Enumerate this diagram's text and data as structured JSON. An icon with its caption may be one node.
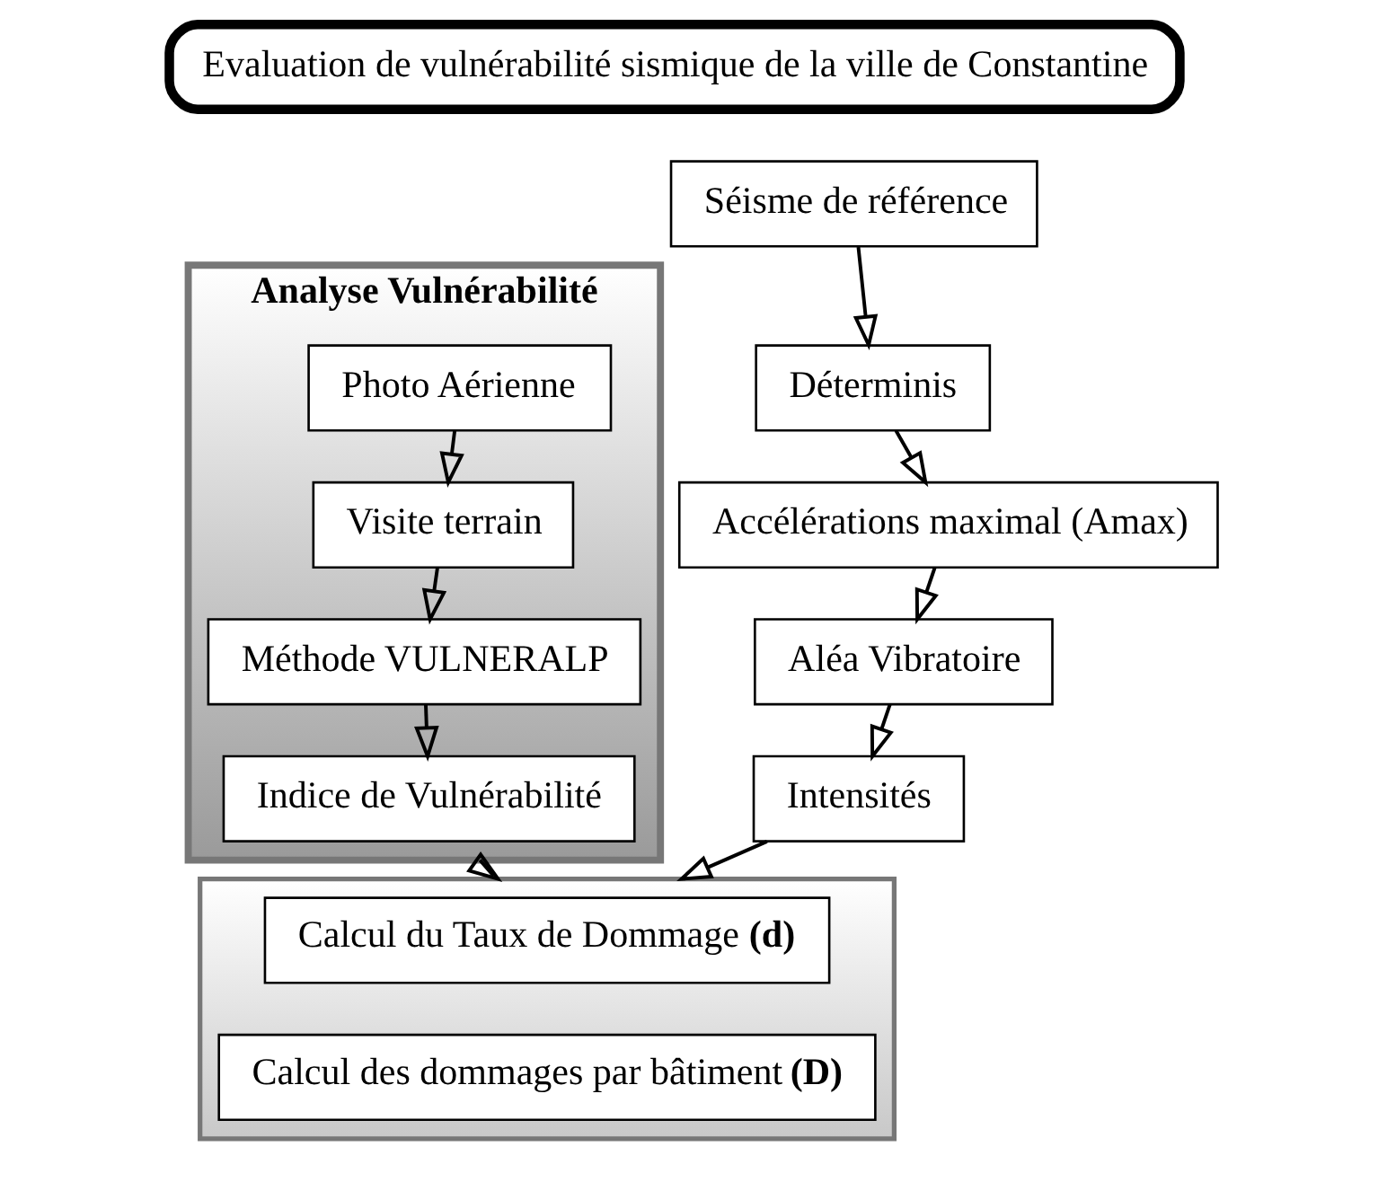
{
  "diagram": {
    "nodes": [
      {
        "text": [
          "Evaluation de vulnérabilité sismique de la ville de Constantine"
        ]
      },
      {
        "text": [
          "Analyse Vulnérabilité"
        ]
      },
      {
        "text": [
          "Photo Aérienne"
        ],
        "in": 1
      },
      {
        "text": [
          "Visite terrain"
        ],
        "in": 1
      },
      {
        "text": [
          "Méthode VULNERALP"
        ],
        "in": 1
      },
      {
        "text": [
          "Indice de Vulnérabilité"
        ],
        "in": 1
      },
      {
        "text": [
          "Séisme de référence"
        ]
      },
      {
        "text": [
          "Déterminis"
        ]
      },
      {
        "text": [
          "Accélérations maximal (Amax)"
        ]
      },
      {
        "text": [
          "Aléa Vibratoire"
        ]
      },
      {
        "text": [
          "Intensités"
        ]
      },
      {
        "text": [],
        "shape": "box"
      },
      {
        "text": [
          "Calcul du Taux de Dommage **(d)**"
        ],
        "in": 11
      },
      {
        "text": [
          "Calcul des dommages par bâtiment **(D)**"
        ],
        "in": 11
      }
    ],
    "edges": [
      {
        "from": 2,
        "to": 3,
        "arrow": "to"
      },
      {
        "from": 3,
        "to": 4,
        "arrow": "to"
      },
      {
        "from": 4,
        "to": 5,
        "arrow": "to"
      },
      {
        "from": 6,
        "to": 7,
        "arrow": "to"
      },
      {
        "from": 7,
        "to": 8,
        "arrow": "to"
      },
      {
        "from": 8,
        "to": 9,
        "arrow": "to"
      },
      {
        "from": 9,
        "to": 10,
        "arrow": "to"
      },
      {
        "from": 1,
        "to": 11,
        "arrow": "to"
      },
      {
        "from": 10,
        "to": 11,
        "arrow": "to"
      }
    ]
  }
}
